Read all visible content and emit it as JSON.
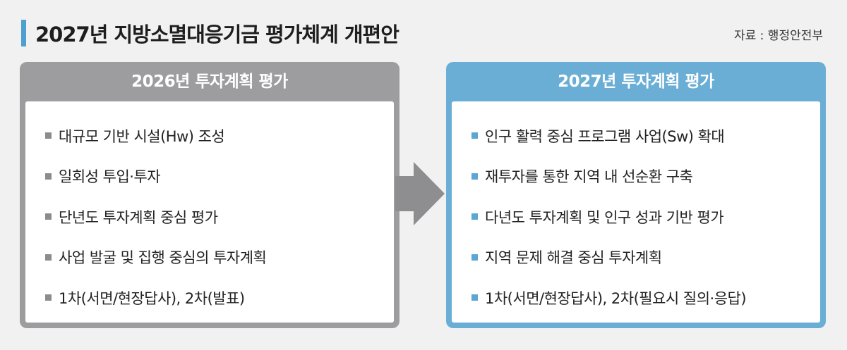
{
  "header": {
    "title": "2027년 지방소멸대응기금 평가체계 개편안",
    "source": "자료 : 행정안전부"
  },
  "left_panel": {
    "title": "2026년 투자계획 평가",
    "items": [
      "대규모 기반 시설(Hw) 조성",
      "일회성 투입·투자",
      "단년도 투자계획 중심 평가",
      "사업 발굴 및 집행 중심의 투자계획",
      "1차(서면/현장답사), 2차(발표)"
    ]
  },
  "right_panel": {
    "title": "2027년 투자계획 평가",
    "items": [
      "인구 활력 중심 프로그램 사업(Sw) 확대",
      "재투자를 통한 지역 내 선순환 구축",
      "다년도 투자계획 및 인구 성과 기반 평가",
      "지역 문제 해결 중심 투자계획",
      "1차(서면/현장답사), 2차(필요시 질의·응답)"
    ]
  },
  "colors": {
    "accent_blue": "#6aaed6",
    "gray": "#9d9d9f"
  },
  "icons": {
    "arrow": "right-arrow-icon",
    "bullet": "square-bullet-icon"
  }
}
